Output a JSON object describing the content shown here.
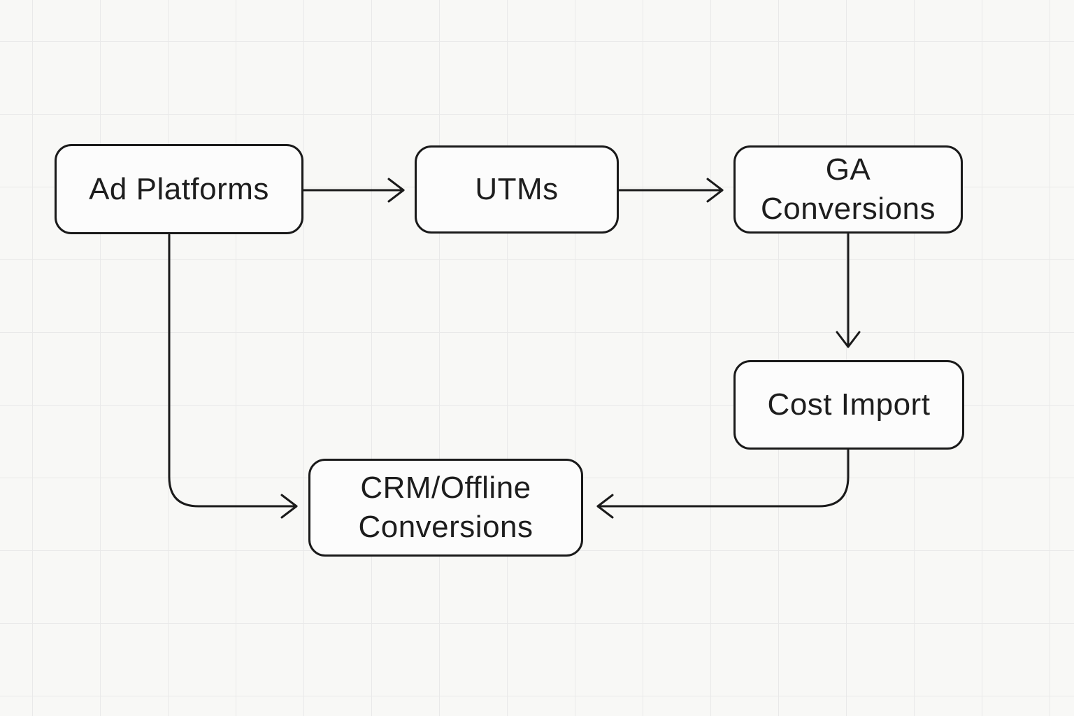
{
  "diagram": {
    "nodes": [
      {
        "id": "ad-platforms",
        "label": "Ad Platforms"
      },
      {
        "id": "utms",
        "label": "UTMs"
      },
      {
        "id": "ga-conversions",
        "label": "GA Conversions"
      },
      {
        "id": "cost-import",
        "label": "Cost Import"
      },
      {
        "id": "crm-offline-conversions",
        "label": "CRM/Offline Conversions"
      }
    ],
    "edges": [
      {
        "from": "Ad Platforms",
        "to": "UTMs",
        "direction": "right"
      },
      {
        "from": "UTMs",
        "to": "GA Conversions",
        "direction": "right"
      },
      {
        "from": "GA Conversions",
        "to": "Cost Import",
        "direction": "down"
      },
      {
        "from": "Ad Platforms",
        "to": "CRM/Offline Conversions",
        "direction": "down-then-right"
      },
      {
        "from": "Cost Import",
        "to": "CRM/Offline Conversions",
        "direction": "down-then-left"
      }
    ],
    "colors": {
      "background": "#f8f8f6",
      "grid_line": "#e9e9e9",
      "node_fill": "#fcfcfc",
      "node_border": "#1a1a1a",
      "text": "#1d1d1d",
      "connector": "#1a1a1a"
    }
  }
}
